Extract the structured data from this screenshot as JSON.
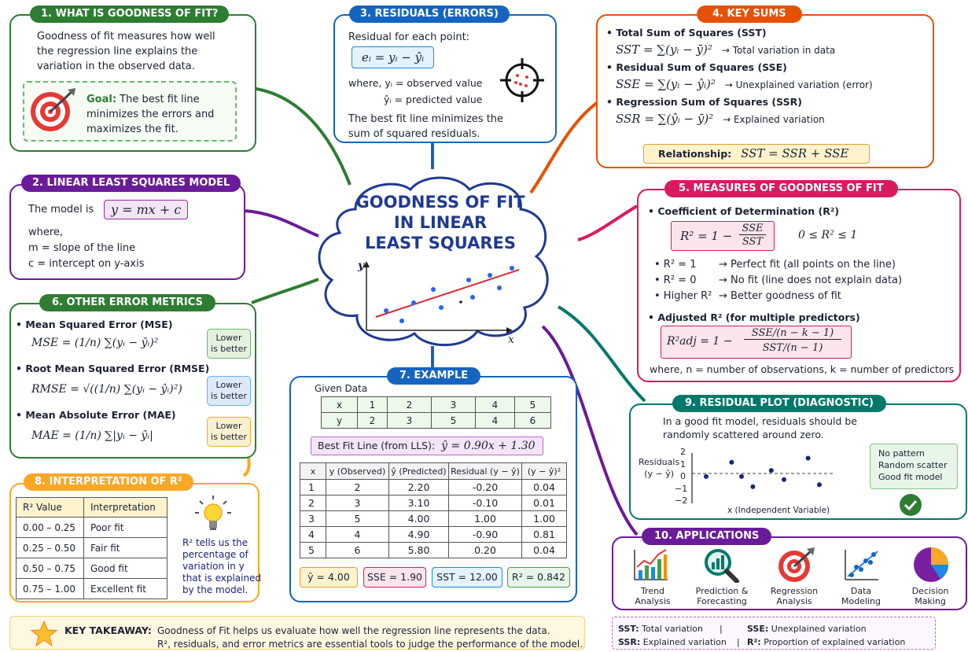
{
  "title": [
    "GOODNESS OF FIT",
    "IN LINEAR",
    "LEAST SQUARES"
  ],
  "center_axes": {
    "y": "y",
    "x": "x"
  },
  "s1": {
    "header": "1. WHAT IS GOODNESS OF FIT?",
    "text": [
      "Goodness of fit measures how well",
      "the regression line explains the",
      "variation in the observed data."
    ],
    "goal_label": "Goal:",
    "goal_text": [
      "The best fit line",
      "minimizes the errors and",
      "maximizes the fit."
    ]
  },
  "s2": {
    "header": "2. LINEAR LEAST SQUARES MODEL",
    "model_label": "The model is",
    "model_eq": "y = mx + c",
    "where": "where,",
    "m_def": "m = slope of the line",
    "c_def": "c = intercept on y-axis"
  },
  "s3": {
    "header": "3. RESIDUALS (ERRORS)",
    "intro": "Residual for each point:",
    "eq": "eᵢ = yᵢ − ŷᵢ",
    "where1": "where,  yᵢ = observed value",
    "where2": "ŷᵢ = predicted value",
    "text": [
      "The best fit line minimizes the",
      "sum of squared residuals."
    ]
  },
  "s4": {
    "header": "4. KEY SUMS",
    "items": [
      {
        "title": "• Total Sum of Squares (SST)",
        "eq": "SST = ∑(yᵢ − ȳ)²",
        "note": "→  Total variation in data"
      },
      {
        "title": "• Residual Sum of Squares (SSE)",
        "eq": "SSE = ∑(yᵢ − ŷᵢ)²",
        "note": "→  Unexplained variation (error)"
      },
      {
        "title": "• Regression Sum of Squares (SSR)",
        "eq": "SSR = ∑(ŷᵢ − ȳ)²",
        "note": "→  Explained variation"
      }
    ],
    "rel_label": "Relationship:",
    "rel_eq": "SST = SSR + SSE"
  },
  "s5": {
    "header": "5. MEASURES OF GOODNESS OF FIT",
    "cod_title": "• Coefficient of Determination (R²)",
    "r2_lhs": "R² = 1 −",
    "r2_num": "SSE",
    "r2_den": "SST",
    "r2_range": "0 ≤ R² ≤ 1",
    "bullets": [
      {
        "a": "•  R² = 1",
        "b": "→  Perfect fit (all points on the line)"
      },
      {
        "a": "•  R² = 0",
        "b": "→  No fit (line does not explain data)"
      },
      {
        "a": "•  Higher R²",
        "b": "→  Better goodness of fit"
      }
    ],
    "adj_title": "• Adjusted R² (for multiple predictors)",
    "adj_lhs": "R²adj = 1 −",
    "adj_num": "SSE/(n − k − 1)",
    "adj_den": "SST/(n − 1)",
    "where": "where, n = number of observations, k = number of predictors"
  },
  "s6": {
    "header": "6. OTHER ERROR METRICS",
    "items": [
      {
        "title": "• Mean Squared Error (MSE)",
        "eq": "MSE = (1/n) ∑(yᵢ − ŷᵢ)²",
        "badge": [
          "Lower",
          "is better"
        ],
        "color": "#e3f1de"
      },
      {
        "title": "• Root Mean Squared Error (RMSE)",
        "eq": "RMSE = √((1/n) ∑(yᵢ − ŷᵢ)²)",
        "badge": [
          "Lower",
          "is better"
        ],
        "color": "#dde9f7"
      },
      {
        "title": "• Mean Absolute Error (MAE)",
        "eq": "MAE = (1/n) ∑|yᵢ − ŷᵢ|",
        "badge": [
          "Lower",
          "is better"
        ],
        "color": "#fbf0cf"
      }
    ]
  },
  "s7": {
    "header": "7. EXAMPLE",
    "given": "Given Data",
    "given_x": [
      "x",
      "1",
      "2",
      "3",
      "4",
      "5"
    ],
    "given_y": [
      "y",
      "2",
      "3",
      "5",
      "4",
      "6"
    ],
    "bestfit_label": "Best Fit Line (from LLS):",
    "bestfit_eq": "ŷ = 0.90x + 1.30",
    "headers": [
      "x",
      "y (Observed)",
      "ŷ (Predicted)",
      "Residual (y − ŷ)",
      "(y − ŷ)²"
    ],
    "rows": [
      [
        "1",
        "2",
        "2.20",
        "-0.20",
        "0.04"
      ],
      [
        "2",
        "3",
        "3.10",
        "-0.10",
        "0.01"
      ],
      [
        "3",
        "5",
        "4.00",
        "1.00",
        "1.00"
      ],
      [
        "4",
        "4",
        "4.90",
        "-0.90",
        "0.81"
      ],
      [
        "5",
        "6",
        "5.80",
        "0.20",
        "0.04"
      ]
    ],
    "summary": [
      "ȳ = 4.00",
      "SSE = 1.90",
      "SST = 12.00",
      "R² = 0.842"
    ]
  },
  "s8": {
    "header": "8. INTERPRETATION OF R²",
    "col1": "R² Value",
    "col2": "Interpretation",
    "rows": [
      [
        "0.00 – 0.25",
        "Poor fit"
      ],
      [
        "0.25 – 0.50",
        "Fair fit"
      ],
      [
        "0.50 – 0.75",
        "Good fit"
      ],
      [
        "0.75 – 1.00",
        "Excellent fit"
      ]
    ],
    "note": [
      "R² tells us the",
      "percentage of",
      "variation in y",
      "that is explained",
      "by the model."
    ]
  },
  "s9": {
    "header": "9. RESIDUAL PLOT (DIAGNOSTIC)",
    "text": [
      "In a good fit model, residuals should be",
      "randomly scattered around zero."
    ],
    "ylabel": [
      "Residuals",
      "(y − ŷ)"
    ],
    "yticks": [
      "2",
      "1",
      "0",
      "−1",
      "−2"
    ],
    "xlabel": "x (Independent Variable)",
    "side": [
      "No pattern",
      "Random scatter",
      "Good fit model"
    ]
  },
  "s10": {
    "header": "10. APPLICATIONS",
    "items": [
      {
        "label": [
          "Trend",
          "Analysis"
        ],
        "icon": "trend-chart-icon"
      },
      {
        "label": [
          "Prediction &",
          "Forecasting"
        ],
        "icon": "magnifier-chart-icon"
      },
      {
        "label": [
          "Regression",
          "Analysis"
        ],
        "icon": "target-icon"
      },
      {
        "label": [
          "Data",
          "Modeling"
        ],
        "icon": "scatter-icon"
      },
      {
        "label": [
          "Decision",
          "Making"
        ],
        "icon": "pie-icon"
      }
    ]
  },
  "takeaway": {
    "label": "KEY TAKEAWAY:",
    "line1": "Goodness of Fit helps us evaluate how well the regression line represents the data.",
    "line2": "R², residuals, and error metrics are essential tools to judge the performance of the model."
  },
  "legend": {
    "sst": "SST:",
    "sst_text": "Total variation",
    "sse": "SSE:",
    "sse_text": "Unexplained variation",
    "ssr": "SSR:",
    "ssr_text": "Explained variation",
    "r2": "R²:",
    "r2_text": "Proportion of explained variation",
    "sep": "|"
  },
  "colors": {
    "green": "#2e7d32",
    "purple": "#6a1b9a",
    "blue": "#1565c0",
    "orange": "#e65100",
    "magenta": "#d81b60",
    "teal": "#00796b",
    "gold": "#f9a825",
    "navy": "#1f3a93"
  }
}
